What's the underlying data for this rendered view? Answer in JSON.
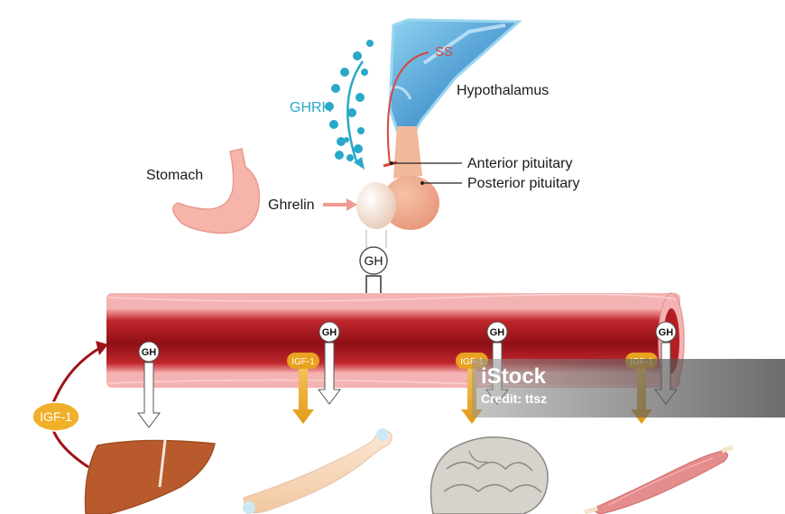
{
  "labels": {
    "ss": "SS",
    "ghrh": "GHRH",
    "hypothalamus": "Hypothalamus",
    "anterior_pituitary": "Anterior pituitary",
    "posterior_pituitary": "Posterior pituitary",
    "stomach": "Stomach",
    "ghrelin": "Ghrelin",
    "gh": "GH",
    "igf1": "IGF-1"
  },
  "watermark": {
    "logo": "iStock",
    "credit": "Credit: ttsz"
  },
  "colors": {
    "vessel_dark": "#a3161c",
    "vessel_light": "#f4b3b3",
    "ghrh": "#29a8c9",
    "ss": "#d9453a",
    "igf": "#e8a21f",
    "liver": "#b85a2c",
    "muscle": "#e58c8c"
  }
}
